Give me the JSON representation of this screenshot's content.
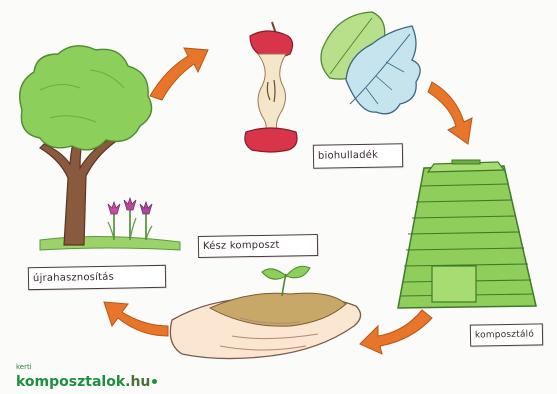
{
  "labels": {
    "reuse": "újrahasznosítás",
    "garden_waste": "biohulladék",
    "composter": "komposztáló",
    "ready_compost": "Kész komposzt"
  },
  "logo": {
    "prefix": "kerti",
    "main": "komposztalok",
    "tld": ".hu"
  },
  "colors": {
    "arrow": "#e8762a",
    "leaf_green": "#7fc04a",
    "tree_green": "#8ccf5a",
    "trunk": "#7a4a32",
    "composter": "#8fce5a",
    "logo_green": "#1e8f3e",
    "apple_red": "#d8344a"
  }
}
